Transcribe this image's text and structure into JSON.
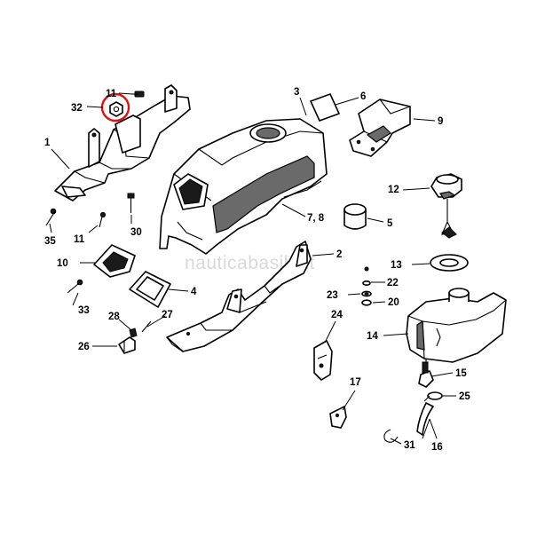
{
  "watermark": "nauticabasile.it",
  "highlight_color": "#e01010",
  "highlighted_part": "32",
  "callouts": {
    "c1": "1",
    "c2": "2",
    "c3": "3",
    "c4": "4",
    "c5": "5",
    "c6": "6",
    "c7": "7, 8",
    "c9": "9",
    "c10": "10",
    "c11a": "11",
    "c11b": "11",
    "c12": "12",
    "c13": "13",
    "c14": "14",
    "c15": "15",
    "c16": "16",
    "c17": "17",
    "c20": "20",
    "c22": "22",
    "c23": "23",
    "c24": "24",
    "c25": "25",
    "c26": "26",
    "c27": "27",
    "c28": "28",
    "c30": "30",
    "c31": "31",
    "c32": "32",
    "c33": "33",
    "c35": "35"
  }
}
